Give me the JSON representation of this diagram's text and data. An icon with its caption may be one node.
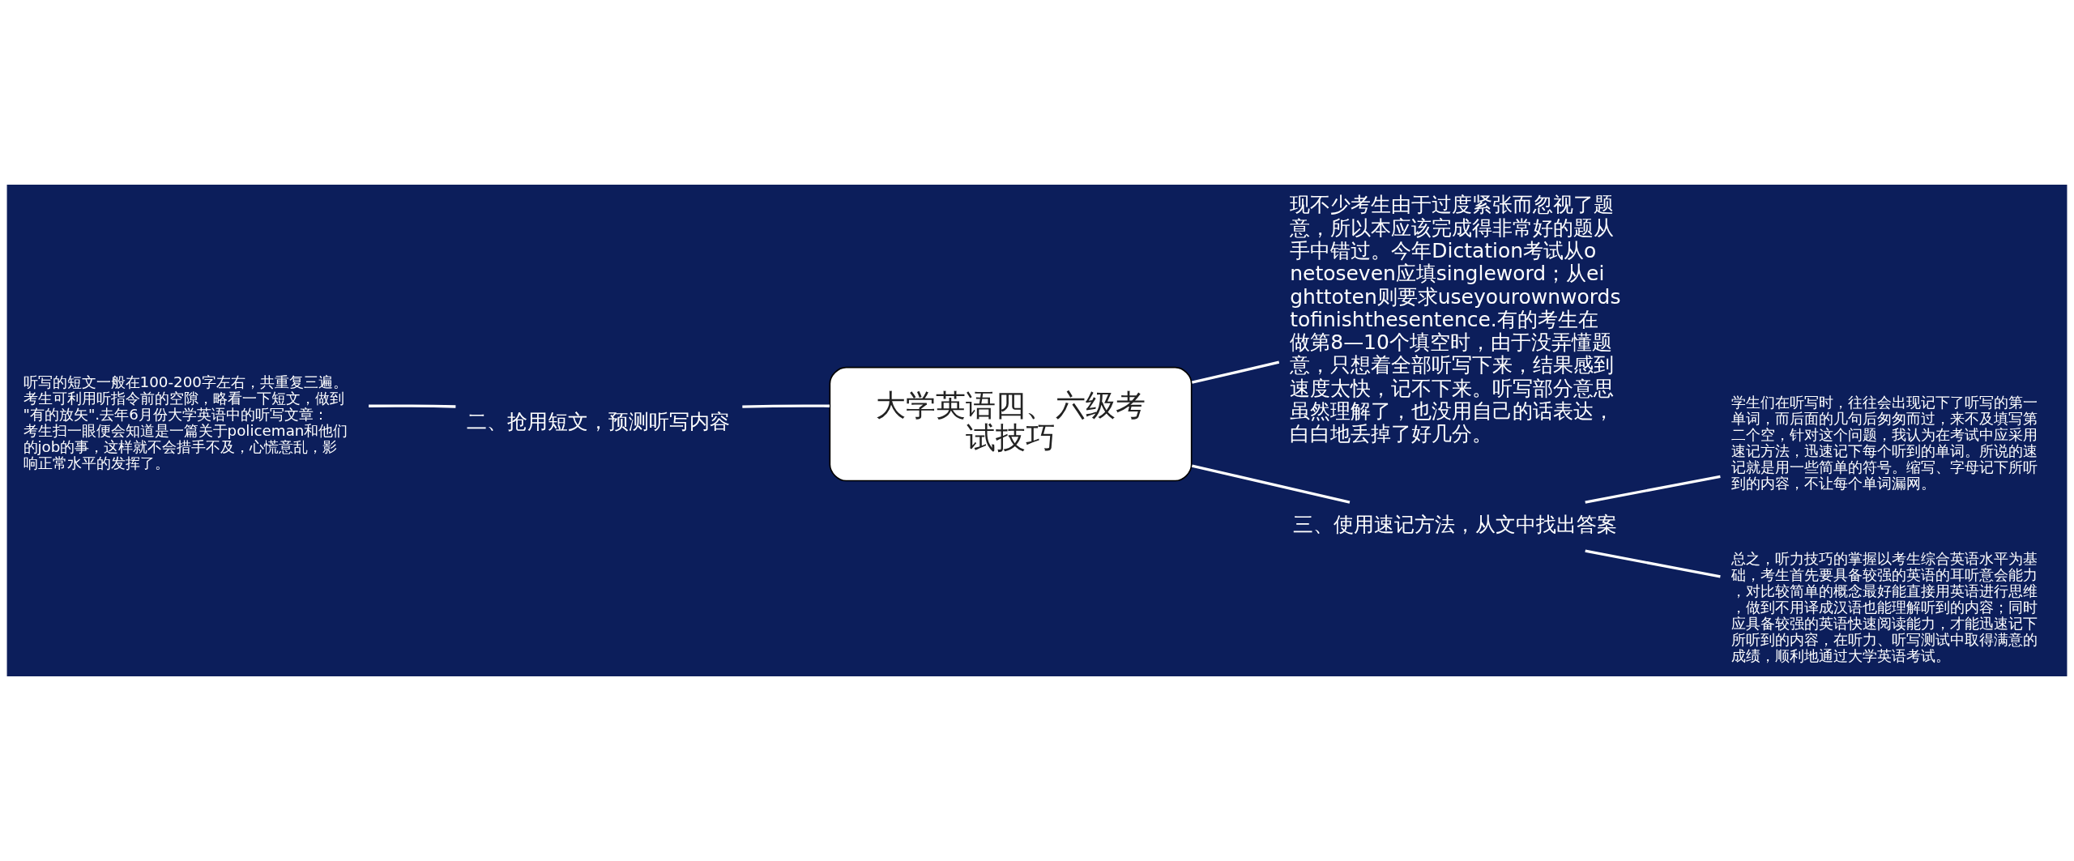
{
  "diagram": {
    "nodes": [
      {
        "text": [
          "大学英语四、六级考试技巧"
        ]
      },
      {
        "text": [
          "二、抢用短文，预测听写内容"
        ]
      },
      {
        "text": [
          "听写的短文一般在100-200字左右，共重复三遍。考生可利用听指令前的空隙，略看一下短文，做到\"有的放矢\".去年6月份大学英语中的听写文章：考生扫一眼便会知道是一篇关于policeman和他们的job的事，这样就不会措手不及，心慌意乱，影响正常水平的发挥了。"
        ]
      },
      {
        "text": [
          "现不少考生由于过度紧张而忽视了题意，所以本应该完成得非常好的题从手中错过。今年Dictation考试从onetoseven应填singleword；从eighttoten则要求useyourownwordstofinishthesentence.有的考生在做第8—10个填空时，由于没弄懂题意，只想着全部听写下来，结果感到速度太快，记不下来。听写部分意思虽然理解了，也没用自己的话表达，白白地丢掉了好几分。"
        ]
      },
      {
        "text": [
          "三、使用速记方法，从文中找出答案"
        ]
      },
      {
        "text": [
          "学生们在听写时，往往会出现记下了听写的第一单词，而后面的几句后匆匆而过，来不及填写第二个空，针对这个问题，我认为在考试中应采用速记方法，迅速记下每个听到的单词。所说的速记就是用一些简单的符号。缩写、字母记下所听到的内容，不让每个单词漏网。"
        ]
      },
      {
        "text": [
          "总之，听力技巧的掌握以考生综合英语水平为基础，考生首先要具备较强的英语的耳听意会能力，对比较简单的概念最好能直接用英语进行思维，做到不用译成汉语也能理解听到的内容；同时应具备较强的英语快速阅读能力，才能迅速记下所听到的内容，在听力、听写测试中取得满意的成绩，顺利地通过大学英语考试。"
        ]
      }
    ],
    "edges": [
      {
        "from": 0,
        "to": 1,
        "arrow": "none"
      },
      {
        "from": 1,
        "to": 2,
        "arrow": "none"
      },
      {
        "from": 0,
        "to": 3,
        "arrow": "none"
      },
      {
        "from": 0,
        "to": 4,
        "arrow": "none"
      },
      {
        "from": 4,
        "to": 5,
        "arrow": "none"
      },
      {
        "from": 4,
        "to": 6,
        "arrow": "none"
      }
    ]
  }
}
